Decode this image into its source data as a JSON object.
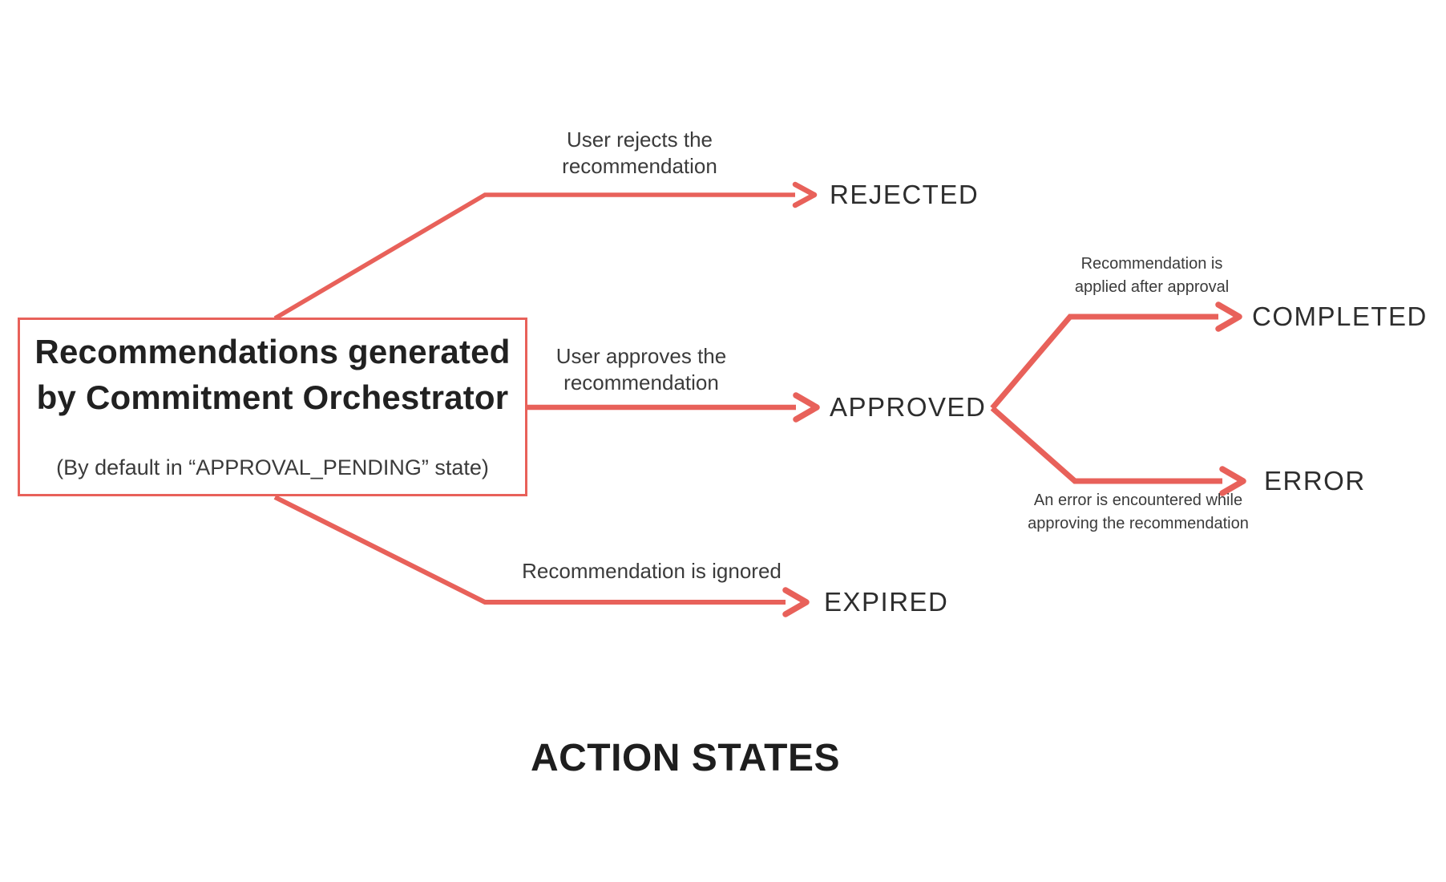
{
  "diagram_title": "ACTION STATES",
  "colors": {
    "accent": "#E8615A",
    "heading": "#212121",
    "state_text": "#2D2D2D",
    "label_text": "#3B3B3B"
  },
  "source": {
    "title": "Recommendations generated\nby Commitment Orchestrator",
    "subtitle": "(By default in “APPROVAL_PENDING” state)"
  },
  "transitions": {
    "rejected": {
      "label": "User rejects the\nrecommendation",
      "state": "REJECTED"
    },
    "approved": {
      "label": "User approves the\nrecommendation",
      "state": "APPROVED"
    },
    "completed": {
      "label": "Recommendation is\napplied after approval",
      "state": "COMPLETED"
    },
    "error": {
      "label": "An error is encountered while\napproving the recommendation",
      "state": "ERROR"
    },
    "expired": {
      "label": "Recommendation is ignored",
      "state": "EXPIRED"
    }
  }
}
